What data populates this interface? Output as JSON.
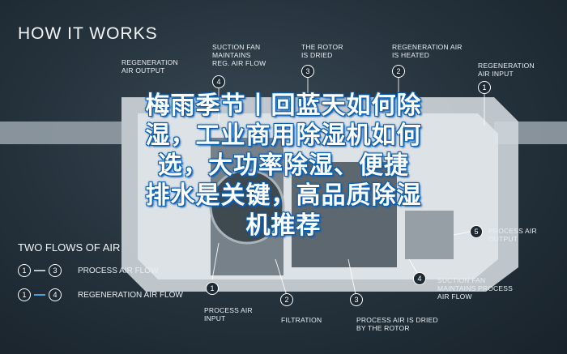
{
  "header": {
    "title": "HOW IT WORKS"
  },
  "labels": {
    "regen_air_output": "REGENERATION\nAIR OUTPUT",
    "suction_fan_regen": "SUCTION FAN\nMAINTAINS\nREG. AIR FLOW",
    "rotor_dried": "THE ROTOR\nIS DRIED",
    "regen_heated": "REGENERATION AIR\nIS HEATED",
    "regen_air_input": "REGENERATION\nAIR INPUT",
    "process_air_output": "PROCESS AIR\nOUTPUT",
    "suction_fan_process": "SUCTION FAN\nMAINTAINS PROCESS\nAIR FLOW",
    "process_air_input": "PROCESS AIR\nINPUT",
    "filtration": "FILTRATION",
    "process_dried": "PROCESS AIR IS DRIED\nBY THE ROTOR"
  },
  "markers": {
    "m4_top": "4",
    "m3_top": "3",
    "m2_top": "2",
    "m1_top": "1",
    "m5_right": "5",
    "m4_right": "4",
    "m1_bottom": "1",
    "m2_bottom": "2",
    "m3_bottom": "3"
  },
  "legend": {
    "title": "TWO FLOWS OF AIR",
    "rows": [
      {
        "from": "1",
        "to": "3",
        "label": "PROCESS AIR FLOW",
        "color": "#b9c3ca"
      },
      {
        "from": "1",
        "to": "4",
        "label": "REGENERATION AIR FLOW",
        "color": "#4aa3df"
      }
    ]
  },
  "overlay": {
    "lines": [
      "梅雨季节丨回蓝天如何除",
      "湿，工业商用除湿机如何",
      "选，大功率除湿、便捷",
      "排水是关键，高品质除湿",
      "机推荐"
    ]
  }
}
